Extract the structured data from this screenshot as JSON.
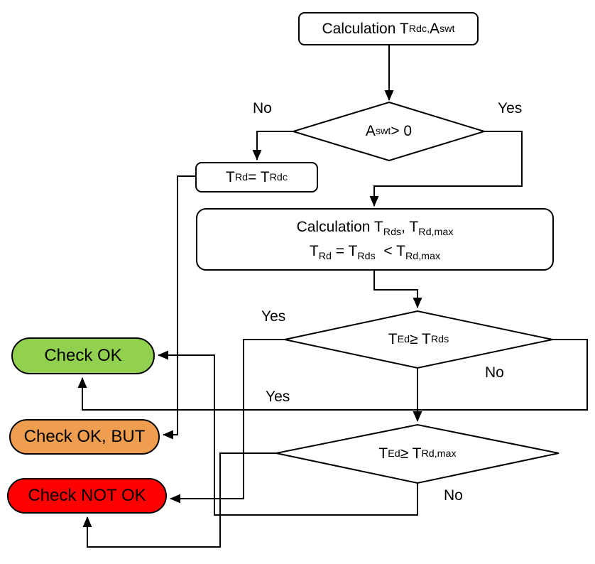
{
  "diagram": {
    "title": "Torsion design check flowchart",
    "colors": {
      "background": "#ffffff",
      "line": "#000000",
      "node_fill": "#ffffff",
      "check_ok_fill": "#92D050",
      "check_ok_but_fill": "#EF9E50",
      "check_not_ok_fill": "#FF0000",
      "text": "#000000"
    },
    "nodes": {
      "calc_trdc": {
        "type": "process",
        "parts": [
          {
            "t": "Calculation T"
          },
          {
            "sub": "Rdc,"
          },
          {
            "t": " A"
          },
          {
            "sub": "swt"
          }
        ]
      },
      "decision_aswt": {
        "type": "decision",
        "parts": [
          {
            "t": "A"
          },
          {
            "sub": "swt"
          },
          {
            "t": " > 0"
          }
        ]
      },
      "trd_eq_trdc": {
        "type": "process",
        "parts": [
          {
            "t": "T"
          },
          {
            "sub": "Rd"
          },
          {
            "t": " = T"
          },
          {
            "sub": "Rdc"
          }
        ]
      },
      "calc_trds": {
        "type": "process",
        "line1": [
          {
            "t": "Calculation T"
          },
          {
            "sub": "Rds"
          },
          {
            "t": ", T"
          },
          {
            "sub": "Rd,max"
          }
        ],
        "line2": [
          {
            "t": "T"
          },
          {
            "sub": "Rd"
          },
          {
            "t": " = T"
          },
          {
            "sub": "Rds"
          },
          {
            "t": "  < T"
          },
          {
            "sub": "Rd,max"
          }
        ]
      },
      "decision_ted_trds": {
        "type": "decision",
        "parts": [
          {
            "t": "T"
          },
          {
            "sub": "Ed"
          },
          {
            "t": " ≥ T"
          },
          {
            "sub": "Rds"
          }
        ]
      },
      "decision_ted_trdmax": {
        "type": "decision",
        "parts": [
          {
            "t": "T"
          },
          {
            "sub": "Ed"
          },
          {
            "t": " ≥ T"
          },
          {
            "sub": "Rd,max"
          }
        ]
      },
      "check_ok": {
        "type": "terminator",
        "text": "Check OK"
      },
      "check_ok_but": {
        "type": "terminator",
        "text": "Check OK, BUT"
      },
      "check_not_ok": {
        "type": "terminator",
        "text": "Check NOT OK"
      }
    },
    "edge_labels": [
      {
        "id": "no-aswt",
        "text": "No"
      },
      {
        "id": "yes-aswt",
        "text": "Yes"
      },
      {
        "id": "yes-trds",
        "text": "Yes"
      },
      {
        "id": "no-trds",
        "text": "No"
      },
      {
        "id": "yes-mid",
        "text": "Yes"
      },
      {
        "id": "no-trdmax",
        "text": "No"
      }
    ],
    "edges": [
      {
        "from": "calc_trdc",
        "to": "decision_aswt",
        "label": ""
      },
      {
        "from": "decision_aswt",
        "to": "trd_eq_trdc",
        "label": "No"
      },
      {
        "from": "decision_aswt",
        "to": "calc_trds",
        "label": "Yes"
      },
      {
        "from": "trd_eq_trdc",
        "to": "check_ok_but",
        "label": ""
      },
      {
        "from": "calc_trds",
        "to": "decision_ted_trds",
        "label": ""
      },
      {
        "from": "decision_ted_trds",
        "to": "check_not_ok",
        "label": "Yes"
      },
      {
        "from": "decision_ted_trds",
        "to": "check_ok",
        "label": "No / Yes"
      },
      {
        "from": "decision_ted_trds",
        "to": "decision_ted_trdmax",
        "label": ""
      },
      {
        "from": "decision_ted_trdmax",
        "to": "check_not_ok",
        "label": ""
      },
      {
        "from": "decision_ted_trdmax",
        "to": "check_ok",
        "label": "No"
      }
    ]
  }
}
